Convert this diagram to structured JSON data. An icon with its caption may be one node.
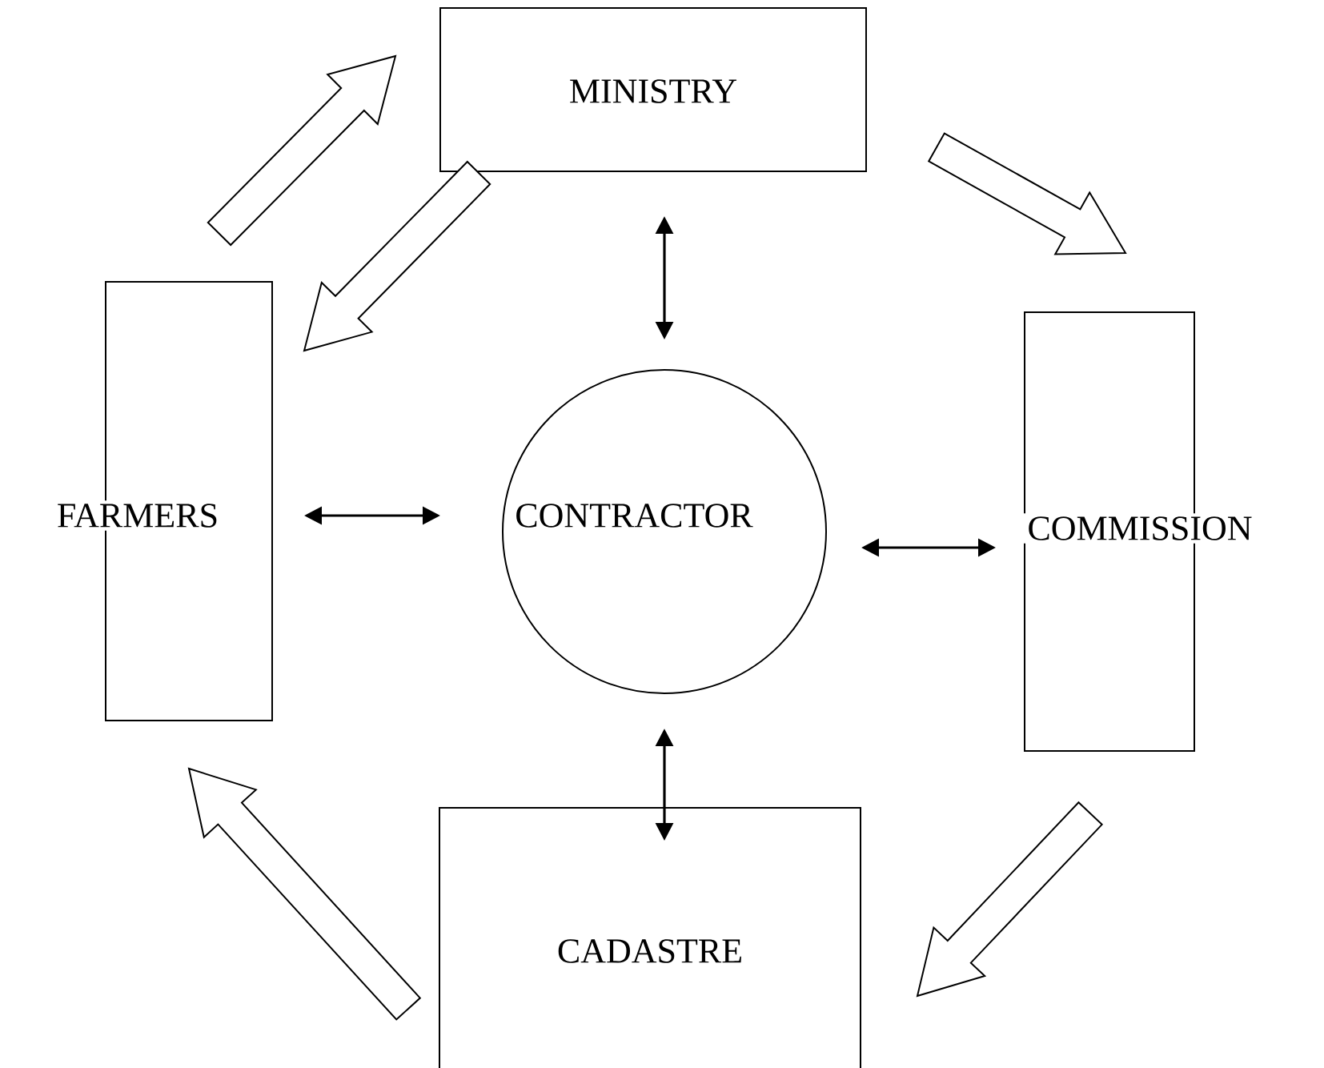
{
  "diagram": {
    "nodes": [
      {
        "text": [
          "MINISTRY"
        ]
      },
      {
        "text": [
          "FARMERS"
        ]
      },
      {
        "text": [
          "CONTRACTOR"
        ]
      },
      {
        "text": [
          "COMMISSION"
        ]
      },
      {
        "text": [
          "CADASTRE"
        ]
      }
    ],
    "edges": [
      {
        "from": 1,
        "to": 0,
        "arrow": "to",
        "style": "thick"
      },
      {
        "from": 0,
        "to": 1,
        "arrow": "to",
        "style": "thick"
      },
      {
        "from": 0,
        "to": 3,
        "arrow": "to",
        "style": "thick"
      },
      {
        "from": 3,
        "to": 4,
        "arrow": "to",
        "style": "thick"
      },
      {
        "from": 4,
        "to": 1,
        "arrow": "to",
        "style": "thick"
      },
      {
        "from": 0,
        "to": 2,
        "arrow": "both"
      },
      {
        "from": 1,
        "to": 2,
        "arrow": "both"
      },
      {
        "from": 2,
        "to": 3,
        "arrow": "both"
      },
      {
        "from": 2,
        "to": 4,
        "arrow": "both"
      }
    ]
  }
}
